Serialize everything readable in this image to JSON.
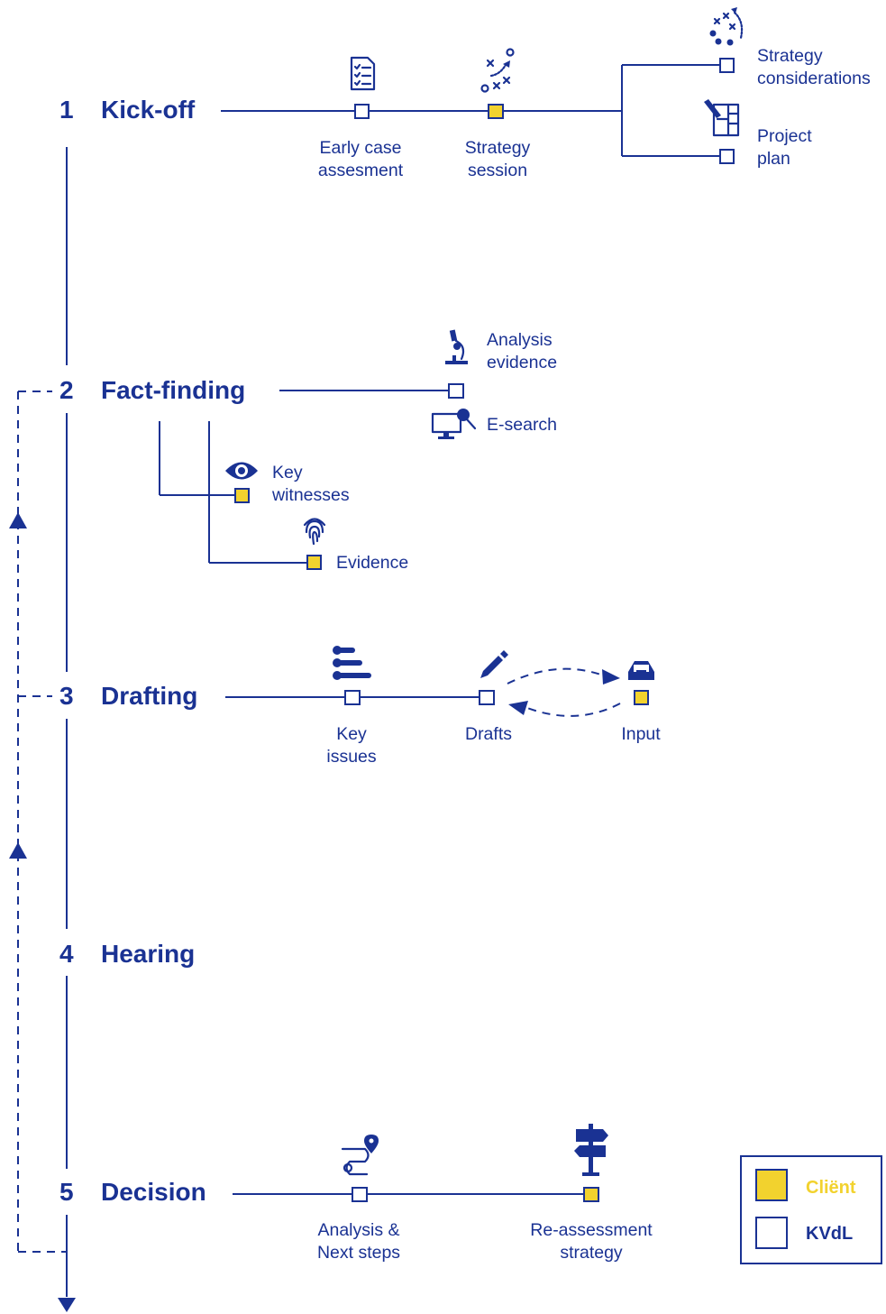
{
  "colors": {
    "primary": "#1a3293",
    "client": "#f2d22e",
    "kvdl": "#ffffff"
  },
  "phases": [
    {
      "number": "1",
      "name": "Kick-off"
    },
    {
      "number": "2",
      "name": "Fact-finding"
    },
    {
      "number": "3",
      "name": "Drafting"
    },
    {
      "number": "4",
      "name": "Hearing"
    },
    {
      "number": "5",
      "name": "Decision"
    }
  ],
  "kickoff": {
    "early_case": {
      "line1": "Early case",
      "line2": "assesment",
      "owner": "KVdL",
      "icon": "checklist-document-icon"
    },
    "strategy_session": {
      "line1": "Strategy",
      "line2": "session",
      "owner": "Cliënt",
      "icon": "tactics-board-icon"
    },
    "strategy_considerations": {
      "line1": "Strategy",
      "line2": "considerations",
      "owner": "KVdL",
      "icon": "play-diagram-icon"
    },
    "project_plan": {
      "line1": "Project",
      "line2": "plan",
      "owner": "KVdL",
      "icon": "blueprint-icon"
    }
  },
  "factfinding": {
    "analysis_evidence": {
      "line1": "Analysis",
      "line2": "evidence",
      "owner": "KVdL",
      "icon": "microscope-icon"
    },
    "e_search": {
      "label": "E-search",
      "icon": "monitor-search-icon"
    },
    "key_witnesses": {
      "line1": "Key",
      "line2": "witnesses",
      "owner": "Cliënt",
      "icon": "eye-icon"
    },
    "evidence": {
      "label": "Evidence",
      "owner": "Cliënt",
      "icon": "fingerprint-icon"
    }
  },
  "drafting": {
    "key_issues": {
      "line1": "Key",
      "line2": "issues",
      "owner": "KVdL",
      "icon": "numbered-list-icon"
    },
    "drafts": {
      "label": "Drafts",
      "owner": "KVdL",
      "icon": "pencil-icon"
    },
    "input": {
      "label": "Input",
      "owner": "Cliënt",
      "icon": "inbox-icon"
    }
  },
  "decision": {
    "analysis_next": {
      "line1": "Analysis &",
      "line2": "Next steps",
      "owner": "KVdL",
      "icon": "route-map-icon"
    },
    "reassessment": {
      "line1": "Re-assessment",
      "line2": "strategy",
      "owner": "Cliënt",
      "icon": "signpost-icon"
    }
  },
  "legend": {
    "client": "Cliënt",
    "kvdl": "KVdL"
  }
}
